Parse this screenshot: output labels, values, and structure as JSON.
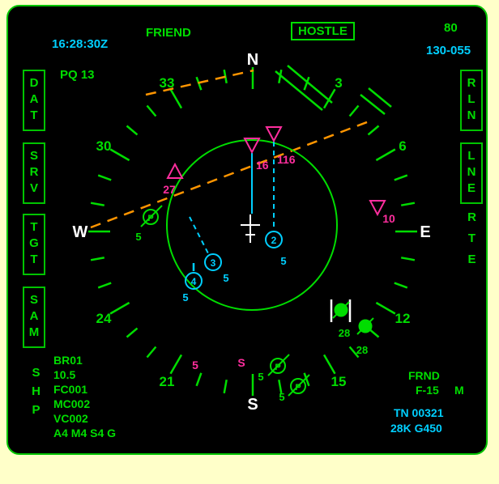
{
  "colors": {
    "green": "#00dd00",
    "cyan": "#00cfff",
    "magenta": "#ff2e9e",
    "orange": "#ff9500",
    "white": "#ffffff"
  },
  "header": {
    "time": "16:28:30Z",
    "friend": "FRIEND",
    "hostile": "HOSTLE",
    "alt_readout": "80",
    "bearing_range": "130-055",
    "pq": "PQ 13"
  },
  "bezel": {
    "left": [
      "DAT",
      "SRV",
      "TGT",
      "SAM"
    ],
    "right": [
      "RLN",
      "LNE"
    ],
    "rte": "RTE",
    "shp": "SHP"
  },
  "compass": {
    "cardinals": [
      "N",
      "E",
      "S",
      "W"
    ],
    "numerals": [
      "3",
      "6",
      "12",
      "15",
      "21",
      "24",
      "30",
      "33"
    ]
  },
  "tracks": {
    "bogey_center": {
      "label": "16"
    },
    "bogey_right": {
      "label": "116"
    },
    "bogey_left": {
      "label": "27"
    },
    "bogey_east": {
      "label": "10"
    },
    "circle2": {
      "num": "2",
      "alt": "5"
    },
    "circle3": {
      "num": "3",
      "alt": "5"
    },
    "circle4": {
      "num": "4",
      "alt": "5"
    },
    "p_west": {
      "letter": "P",
      "alt": "5"
    },
    "p_south1": {
      "letter": "P",
      "alt": "5"
    },
    "p_south2": {
      "letter": "P",
      "alt": "5"
    },
    "g_east1": {
      "alt": "28"
    },
    "g_east2": {
      "alt": "28"
    },
    "mag_five": "5",
    "mag_s": "S"
  },
  "bottom_left": {
    "lines": [
      "BR01",
      "10.5",
      "FC001",
      "MC002",
      "VC002",
      "A4 M4 S4 G"
    ]
  },
  "bottom_right": {
    "frnd": "FRND",
    "type": "F-15",
    "mode": "M",
    "tn": "TN 00321",
    "alt": "28K G450"
  }
}
